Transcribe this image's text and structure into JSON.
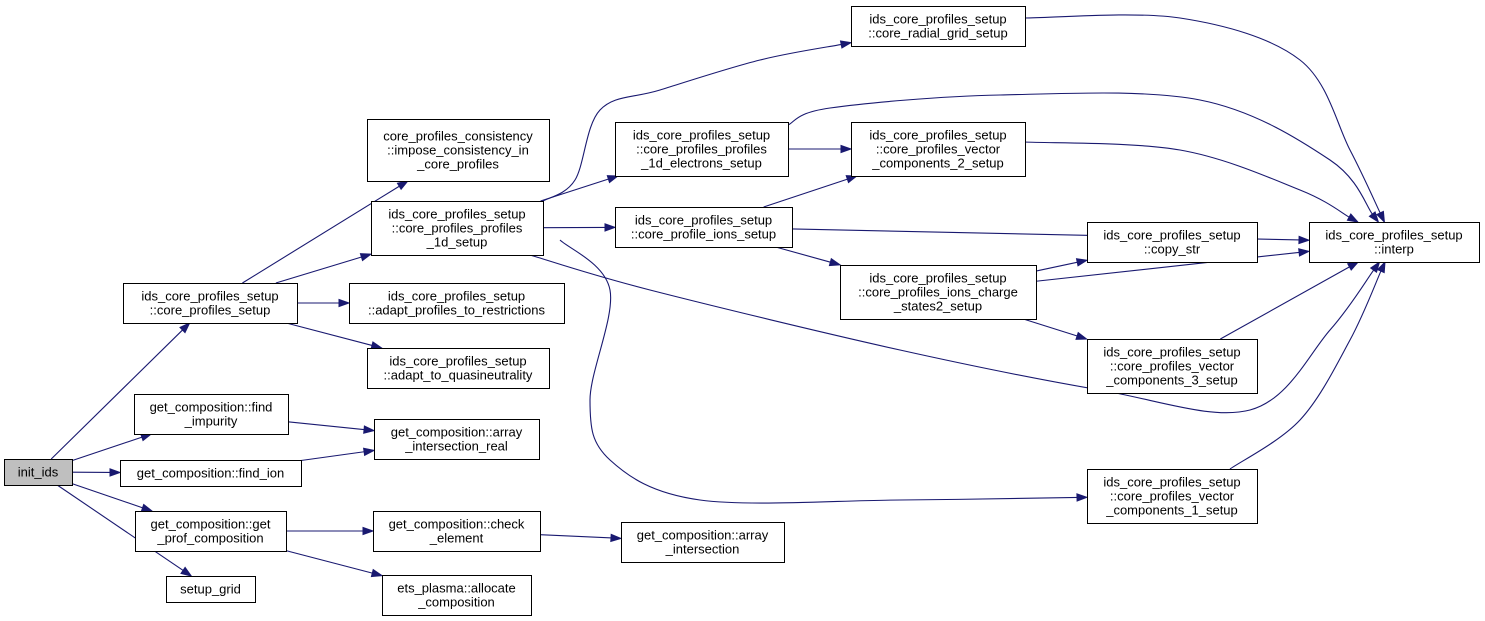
{
  "diagram": {
    "type": "call-graph",
    "root": "init_ids",
    "nodes": [
      {
        "id": "init_ids",
        "lines": [
          "init_ids"
        ]
      },
      {
        "id": "core_profiles_setup",
        "lines": [
          "ids_core_profiles_setup",
          "::core_profiles_setup"
        ]
      },
      {
        "id": "find_impurity",
        "lines": [
          "get_composition::find",
          "_impurity"
        ]
      },
      {
        "id": "find_ion",
        "lines": [
          "get_composition::find_ion"
        ]
      },
      {
        "id": "get_prof_composition",
        "lines": [
          "get_composition::get",
          "_prof_composition"
        ]
      },
      {
        "id": "setup_grid",
        "lines": [
          "setup_grid"
        ]
      },
      {
        "id": "impose_consistency",
        "lines": [
          "core_profiles_consistency",
          "::impose_consistency_in",
          "_core_profiles"
        ]
      },
      {
        "id": "profiles_1d_setup",
        "lines": [
          "ids_core_profiles_setup",
          "::core_profiles_profiles",
          "_1d_setup"
        ]
      },
      {
        "id": "adapt_profiles_to_restrictions",
        "lines": [
          "ids_core_profiles_setup",
          "::adapt_profiles_to_restrictions"
        ]
      },
      {
        "id": "adapt_to_quasineutrality",
        "lines": [
          "ids_core_profiles_setup",
          "::adapt_to_quasineutrality"
        ]
      },
      {
        "id": "array_intersection_real",
        "lines": [
          "get_composition::array",
          "_intersection_real"
        ]
      },
      {
        "id": "check_element",
        "lines": [
          "get_composition::check",
          "_element"
        ]
      },
      {
        "id": "allocate_composition",
        "lines": [
          "ets_plasma::allocate",
          "_composition"
        ]
      },
      {
        "id": "array_intersection",
        "lines": [
          "get_composition::array",
          "_intersection"
        ]
      },
      {
        "id": "profiles_1d_electrons_setup",
        "lines": [
          "ids_core_profiles_setup",
          "::core_profiles_profiles",
          "_1d_electrons_setup"
        ]
      },
      {
        "id": "core_profile_ions_setup",
        "lines": [
          "ids_core_profiles_setup",
          "::core_profile_ions_setup"
        ]
      },
      {
        "id": "core_radial_grid_setup",
        "lines": [
          "ids_core_profiles_setup",
          "::core_radial_grid_setup"
        ]
      },
      {
        "id": "vector_components_2_setup",
        "lines": [
          "ids_core_profiles_setup",
          "::core_profiles_vector",
          "_components_2_setup"
        ]
      },
      {
        "id": "ions_charge_states2_setup",
        "lines": [
          "ids_core_profiles_setup",
          "::core_profiles_ions_charge",
          "_states2_setup"
        ]
      },
      {
        "id": "copy_str",
        "lines": [
          "ids_core_profiles_setup",
          "::copy_str"
        ]
      },
      {
        "id": "vector_components_3_setup",
        "lines": [
          "ids_core_profiles_setup",
          "::core_profiles_vector",
          "_components_3_setup"
        ]
      },
      {
        "id": "vector_components_1_setup",
        "lines": [
          "ids_core_profiles_setup",
          "::core_profiles_vector",
          "_components_1_setup"
        ]
      },
      {
        "id": "interp",
        "lines": [
          "ids_core_profiles_setup",
          "::interp"
        ]
      }
    ],
    "edges": [
      [
        "init_ids",
        "core_profiles_setup"
      ],
      [
        "init_ids",
        "find_impurity"
      ],
      [
        "init_ids",
        "find_ion"
      ],
      [
        "init_ids",
        "get_prof_composition"
      ],
      [
        "init_ids",
        "setup_grid"
      ],
      [
        "core_profiles_setup",
        "impose_consistency"
      ],
      [
        "core_profiles_setup",
        "profiles_1d_setup"
      ],
      [
        "core_profiles_setup",
        "adapt_profiles_to_restrictions"
      ],
      [
        "core_profiles_setup",
        "adapt_to_quasineutrality"
      ],
      [
        "find_impurity",
        "array_intersection_real"
      ],
      [
        "find_ion",
        "array_intersection_real"
      ],
      [
        "get_prof_composition",
        "check_element"
      ],
      [
        "get_prof_composition",
        "allocate_composition"
      ],
      [
        "check_element",
        "array_intersection"
      ],
      [
        "profiles_1d_setup",
        "core_radial_grid_setup"
      ],
      [
        "profiles_1d_setup",
        "profiles_1d_electrons_setup"
      ],
      [
        "profiles_1d_setup",
        "core_profile_ions_setup"
      ],
      [
        "profiles_1d_setup",
        "interp"
      ],
      [
        "profiles_1d_setup",
        "vector_components_1_setup"
      ],
      [
        "profiles_1d_electrons_setup",
        "vector_components_2_setup"
      ],
      [
        "profiles_1d_electrons_setup",
        "interp"
      ],
      [
        "core_profile_ions_setup",
        "vector_components_2_setup"
      ],
      [
        "core_profile_ions_setup",
        "interp"
      ],
      [
        "core_profile_ions_setup",
        "ions_charge_states2_setup"
      ],
      [
        "core_radial_grid_setup",
        "interp"
      ],
      [
        "vector_components_2_setup",
        "interp"
      ],
      [
        "ions_charge_states2_setup",
        "copy_str"
      ],
      [
        "ions_charge_states2_setup",
        "interp"
      ],
      [
        "ions_charge_states2_setup",
        "vector_components_3_setup"
      ],
      [
        "vector_components_3_setup",
        "interp"
      ],
      [
        "vector_components_1_setup",
        "interp"
      ]
    ]
  }
}
